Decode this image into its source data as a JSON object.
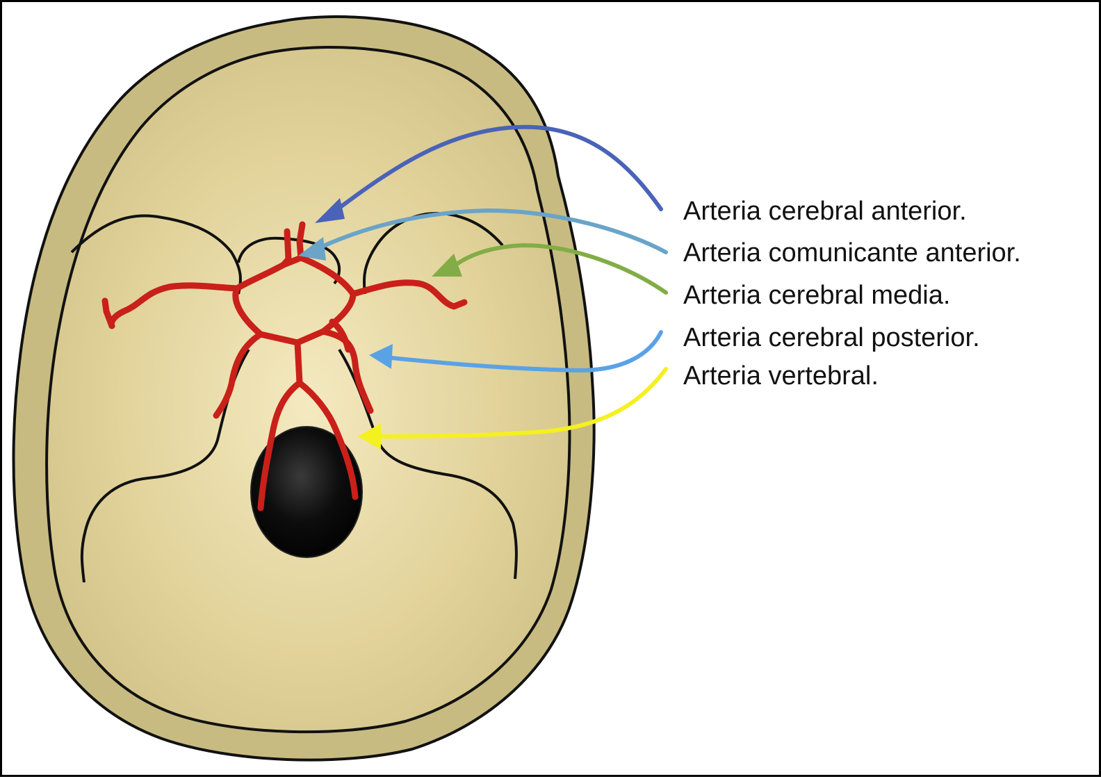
{
  "labels": [
    {
      "id": "aca",
      "text": "Arteria cerebral anterior.",
      "color": "#4a63b8"
    },
    {
      "id": "acom",
      "text": "Arteria comunicante anterior.",
      "color": "#6aa4c8"
    },
    {
      "id": "mca",
      "text": "Arteria cerebral media.",
      "color": "#82ad46"
    },
    {
      "id": "pca",
      "text": "Arteria cerebral posterior.",
      "color": "#5aa2e6"
    },
    {
      "id": "va",
      "text": "Arteria vertebral.",
      "color": "#f5f020"
    }
  ],
  "colors": {
    "skull_fill": "#c7bb82",
    "inner_fill": "#eee2b2",
    "artery": "#c9201a",
    "outline": "#111111",
    "foramen": "#000000"
  }
}
